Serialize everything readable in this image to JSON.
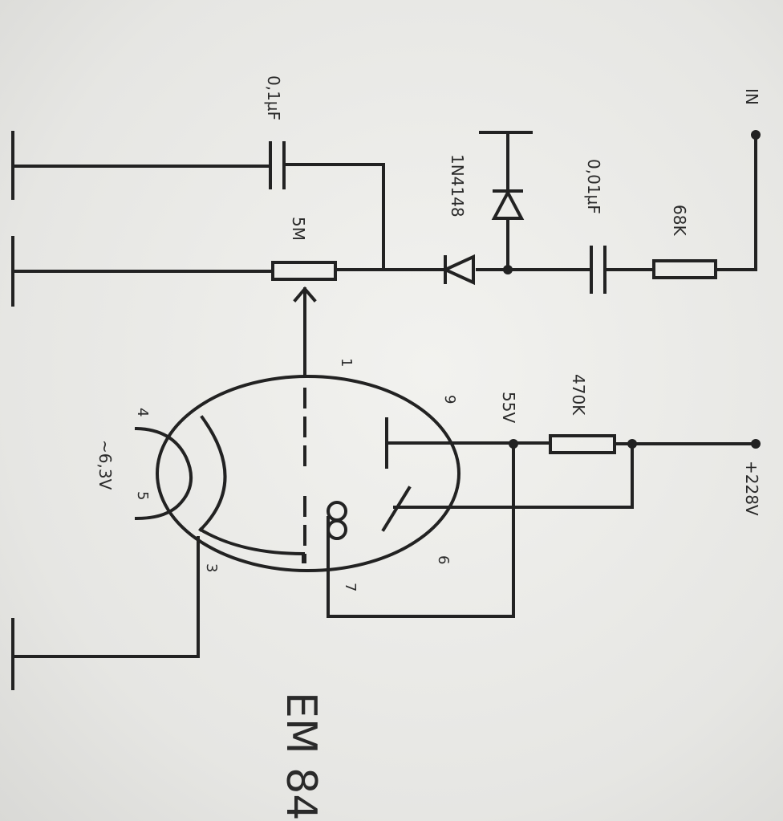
{
  "labels": {
    "in": "IN",
    "r68k": "68K",
    "c001": "0,01µF",
    "diode": "1N4148",
    "c01": "0,1µF",
    "pot": "5M",
    "r470k": "470K",
    "v55": "55V",
    "v228": "+228V",
    "heater": "~6,3V",
    "tube": "EM 84",
    "pin1": "1",
    "pin3": "3",
    "pin4": "4",
    "pin5": "5",
    "pin6": "6",
    "pin7": "7",
    "pin9": "9"
  }
}
